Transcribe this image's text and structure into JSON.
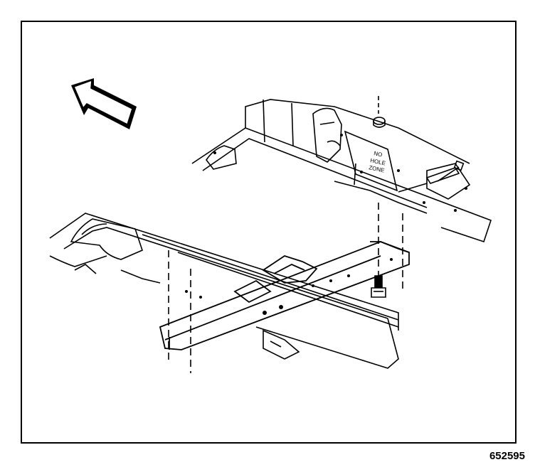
{
  "figure": {
    "number": "652595",
    "panel_label": {
      "line1": "NO",
      "line2": "HOLE",
      "line3": "ZONE"
    }
  }
}
